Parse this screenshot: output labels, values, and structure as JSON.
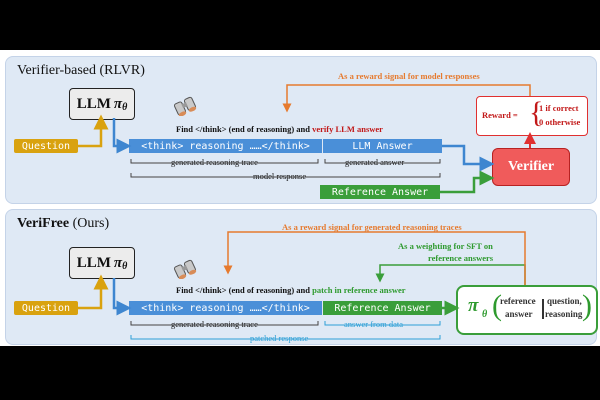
{
  "top_section": {
    "title": "Verifier-based (RLVR)",
    "llm_label": "LLM",
    "pi_symbol": "π",
    "theta_symbol": "θ",
    "question": "Question",
    "think_segment": "<think> reasoning ……</think>",
    "answer_segment": "LLM Answer",
    "find_prefix": "Find </think> (end of reasoning) and ",
    "find_action": "verify LLM answer",
    "label_trace": "generated reasoning trace",
    "label_answer": "generated answer",
    "label_response": "model response",
    "reference_answer": "Reference Answer",
    "verifier": "Verifier",
    "reward_signal_note": "As a reward signal for model responses",
    "reward_label": "Reward =",
    "reward_case_correct": "1 if correct",
    "reward_case_otherwise": "0 otherwise"
  },
  "bottom_section": {
    "title_bold": "VeriFree",
    "title_rest": " (Ours)",
    "llm_label": "LLM",
    "pi_symbol": "π",
    "theta_symbol": "θ",
    "question": "Question",
    "think_segment": "<think> reasoning ……</think>",
    "reference_segment": "Reference Answer",
    "find_prefix": "Find </think> (end of reasoning) and ",
    "find_action": "patch in reference answer",
    "label_trace": "generated reasoning trace",
    "label_answer_data": "answer from data",
    "label_patched": "patched response",
    "reward_signal_note": "As a reward signal for generated reasoning traces",
    "weighting_note_line1": "As a weighting for SFT on",
    "weighting_note_line2": "reference answers",
    "prob_term_reference": "reference",
    "prob_term_answer": "answer",
    "prob_term_question": "question,",
    "prob_term_reasoning": "reasoning"
  },
  "colors": {
    "panel_bg": "#dfe9f5",
    "blue_segment": "#4a8fd8",
    "green_segment": "#3a9e3a",
    "question_gold": "#d9a20f",
    "verifier_red": "#f05b5b",
    "orange_arrow": "#e67a2e",
    "cyan_label": "#2ea0d6"
  },
  "icons": [
    "binoculars-icon-top",
    "binoculars-icon-bottom"
  ]
}
